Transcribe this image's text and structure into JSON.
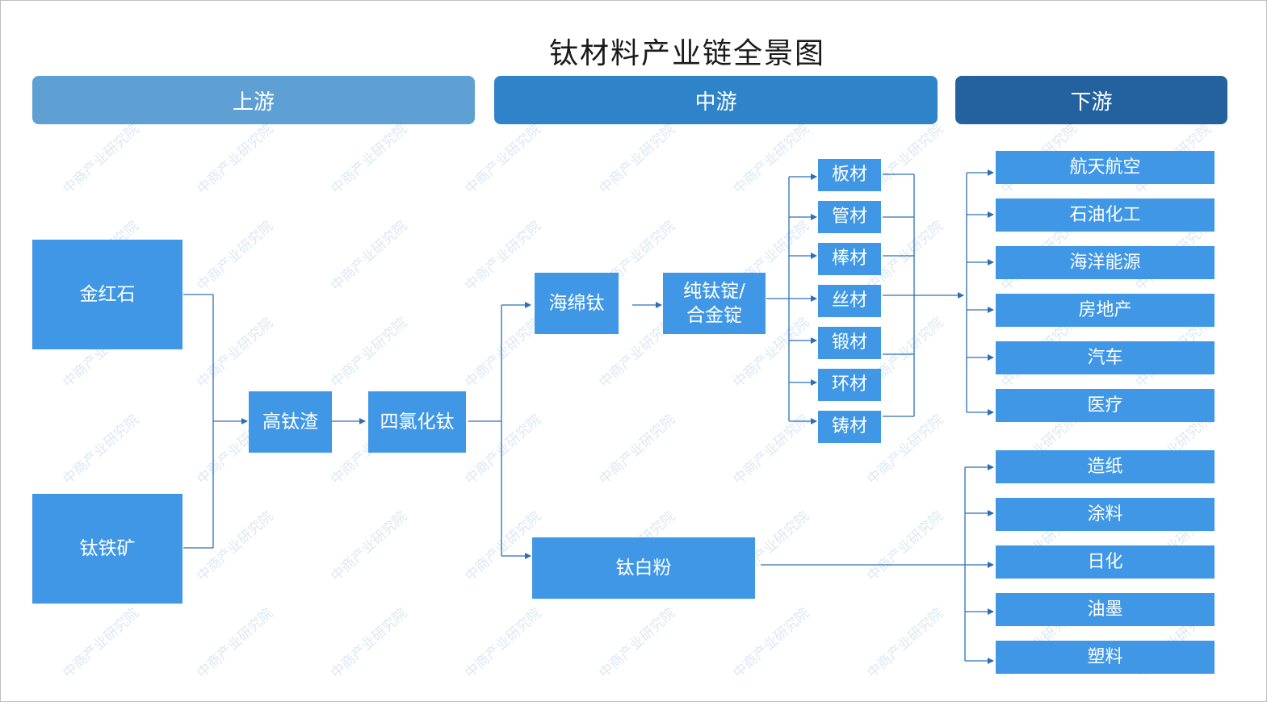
{
  "title": "钛材料产业链全景图",
  "bands": {
    "upstream": "上游",
    "midstream": "中游",
    "downstream": "下游"
  },
  "colors": {
    "box": "#3f97e5",
    "upstream_band": "#5ea0d4",
    "midstream_band": "#2f83c9",
    "downstream_band": "#23629e",
    "line": "#2d6fb7"
  },
  "upstream": [
    "金红石",
    "钛铁矿"
  ],
  "midstream": {
    "slag": "高钛渣",
    "ticl4": "四氯化钛",
    "sponge": "海绵钛",
    "ingot_line1": "纯钛锭/",
    "ingot_line2": "合金锭",
    "tio2": "钛白粉",
    "products": [
      "板材",
      "管材",
      "棒材",
      "丝材",
      "锻材",
      "环材",
      "铸材"
    ]
  },
  "downstream": {
    "metal_uses": [
      "航天航空",
      "石油化工",
      "海洋能源",
      "房地产",
      "汽车",
      "医疗"
    ],
    "pigment_uses": [
      "造纸",
      "涂料",
      "日化",
      "油墨",
      "塑料"
    ]
  },
  "watermark": "中商产业研究院"
}
